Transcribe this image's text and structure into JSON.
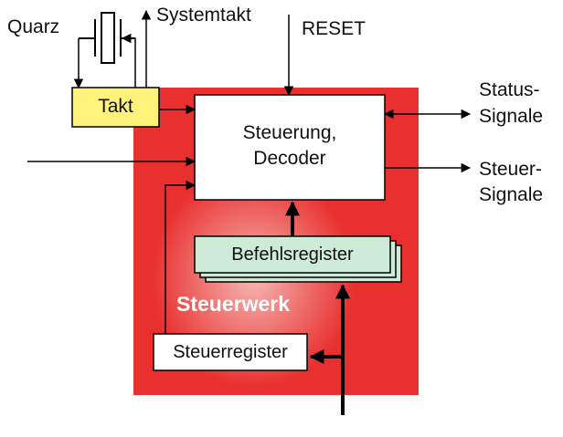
{
  "labels": {
    "quarz": "Quarz",
    "systemtakt": "Systemtakt",
    "reset": "RESET",
    "takt": "Takt",
    "steuerung_line1": "Steuerung,",
    "steuerung_line2": "Decoder",
    "status_line1": "Status-",
    "status_line2": "Signale",
    "steuer_line1": "Steuer-",
    "steuer_line2": "Signale",
    "befehlsregister": "Befehlsregister",
    "steuerwerk": "Steuerwerk",
    "steuerregister": "Steuerregister"
  },
  "colors": {
    "steuerwerk_fill": "#e8302f",
    "steuerwerk_glow": "#f6b7b3",
    "steuerwerk_text": "#ffffff",
    "takt_fill": "#fff27a",
    "befehlsregister_fill": "#cdebd6",
    "box_fill": "#ffffff",
    "line": "#000000"
  }
}
